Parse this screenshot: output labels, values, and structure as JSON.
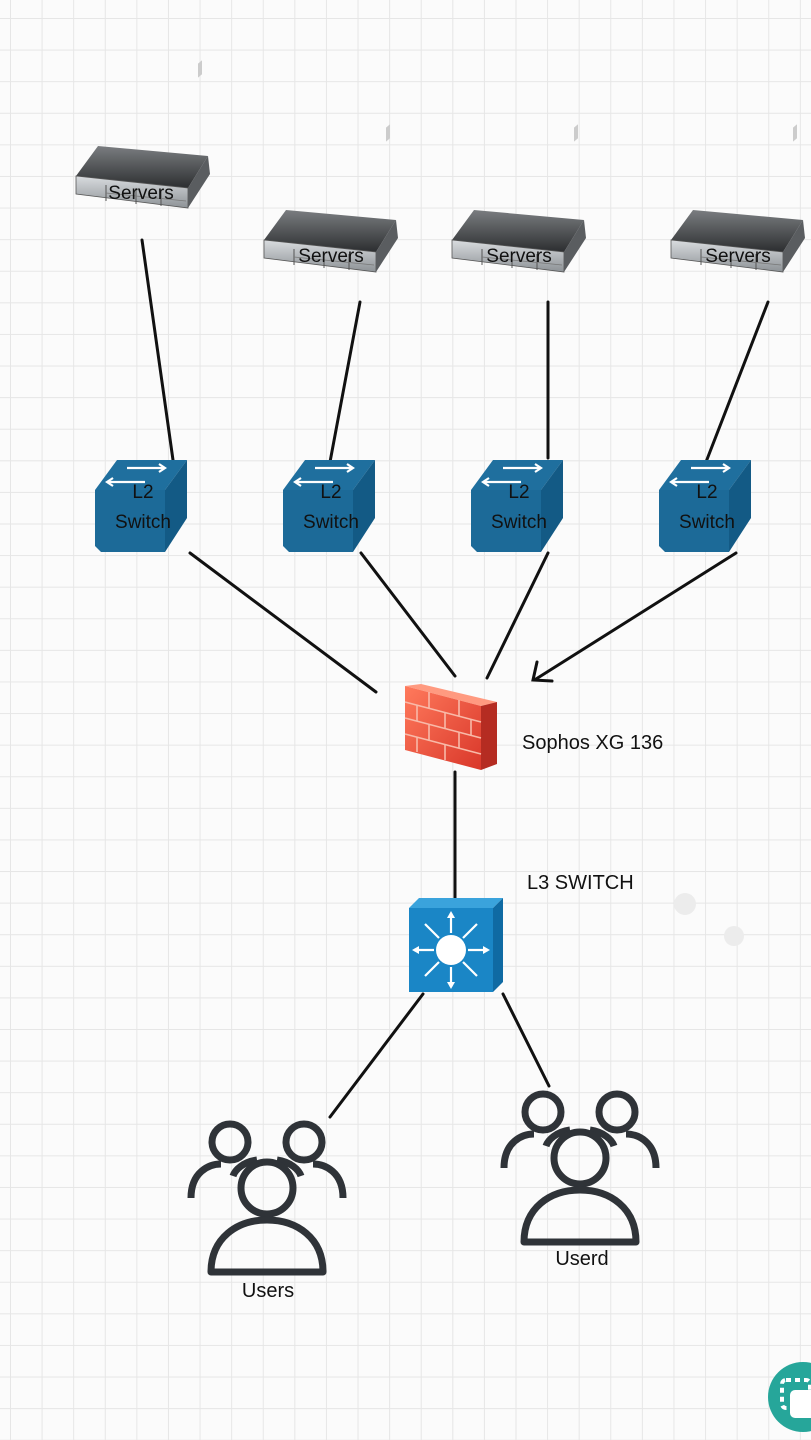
{
  "colors": {
    "link": "#111111",
    "switch_blue": "#1f6f9e",
    "firewall_red": "#e8503a",
    "l3_blue": "#1a86c6",
    "users_stroke": "#2f3338",
    "fab": "#26a69a"
  },
  "servers": [
    {
      "label": "Servers"
    },
    {
      "label": "Servers"
    },
    {
      "label": "Servers"
    },
    {
      "label": "Servers"
    }
  ],
  "switches": [
    {
      "label_line1": "L2",
      "label_line2": "Switch"
    },
    {
      "label_line1": "L2",
      "label_line2": "Switch"
    },
    {
      "label_line1": "L2",
      "label_line2": "Switch"
    },
    {
      "label_line1": "L2",
      "label_line2": "Switch"
    }
  ],
  "firewall": {
    "label": "Sophos XG 136",
    "icon": "firewall-icon"
  },
  "l3_switch": {
    "label": "L3 SWITCH",
    "icon": "l3-switch-icon"
  },
  "user_groups": [
    {
      "label": "Users",
      "icon": "users-icon"
    },
    {
      "label": "Userd",
      "icon": "users-icon"
    }
  ],
  "fab": {
    "icon": "edit-icon"
  }
}
